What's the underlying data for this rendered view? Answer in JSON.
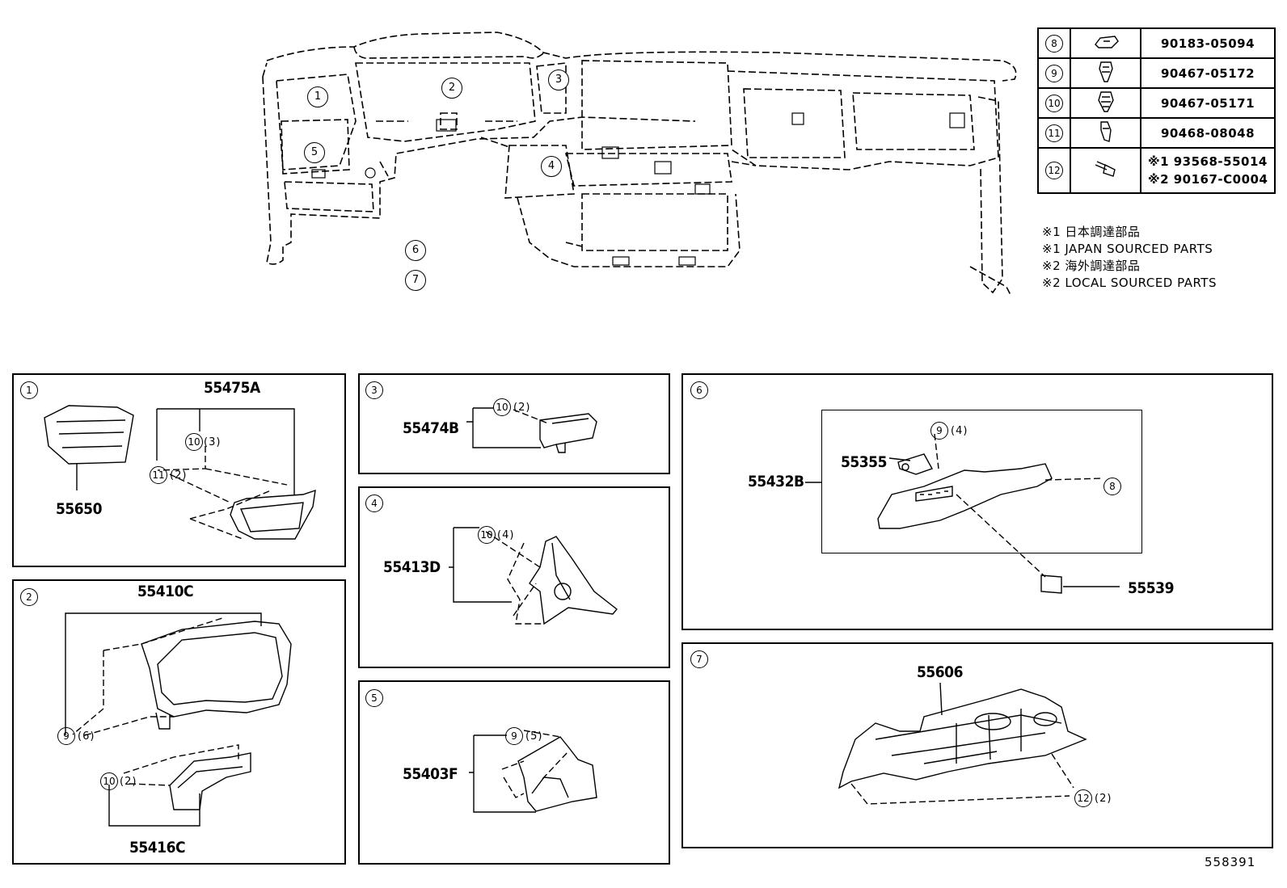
{
  "overview": {
    "callouts": [
      "1",
      "2",
      "3",
      "4",
      "5",
      "6",
      "7"
    ]
  },
  "parts_table": [
    {
      "ref": "8",
      "icon": "nut-clip-icon",
      "part_no": "90183-05094"
    },
    {
      "ref": "9",
      "icon": "clip-icon",
      "part_no": "90467-05172"
    },
    {
      "ref": "10",
      "icon": "clip-icon",
      "part_no": "90467-05171"
    },
    {
      "ref": "11",
      "icon": "clip-icon",
      "part_no": "90468-08048"
    },
    {
      "ref": "12",
      "icon": "screw-icon",
      "part_no_1": "※1 93568-55014",
      "part_no_2": "※2 90167-C0004"
    }
  ],
  "notes": [
    "※1 日本調達部品",
    "※1 JAPAN SOURCED PARTS",
    "※2 海外調達部品",
    "※2 LOCAL SOURCED PARTS"
  ],
  "panels": {
    "p1": {
      "ref": "1",
      "assembly": "55475A",
      "part_left": "55650",
      "clip_a": "10",
      "clip_a_qty": "(3)",
      "clip_b": "11",
      "clip_b_qty": "(2)"
    },
    "p2": {
      "ref": "2",
      "assembly": "55410C",
      "clip_a": "9",
      "clip_a_qty": "(6)",
      "clip_b": "10",
      "clip_b_qty": "(2)",
      "sub_assembly": "55416C"
    },
    "p3": {
      "ref": "3",
      "assembly": "55474B",
      "clip": "10",
      "clip_qty": "(2)"
    },
    "p4": {
      "ref": "4",
      "assembly": "55413D",
      "clip": "10",
      "clip_qty": "(4)"
    },
    "p5": {
      "ref": "5",
      "assembly": "55403F",
      "clip": "9",
      "clip_qty": "(5)"
    },
    "p6": {
      "ref": "6",
      "assembly": "55432B",
      "clip": "9",
      "clip_qty": "(4)",
      "part_a": "55355",
      "clip_8": "8",
      "part_b": "55539"
    },
    "p7": {
      "ref": "7",
      "part": "55606",
      "screw": "12",
      "screw_qty": "(2)"
    }
  },
  "illustration_id": "558391"
}
